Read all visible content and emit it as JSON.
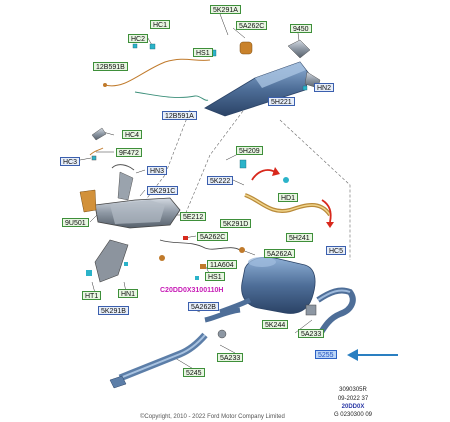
{
  "labels": {
    "5K291A": "5K291A",
    "5A262C": "5A262C",
    "9450": "9450",
    "HC1": "HC1",
    "HC2": "HC2",
    "HS1": "HS1",
    "12B591B": "12B591B",
    "HN2": "HN2",
    "5H221": "5H221",
    "12B591A": "12B591A",
    "HC4": "HC4",
    "9F472": "9F472",
    "HC3": "HC3",
    "HN3": "HN3",
    "5K291C": "5K291C",
    "5H209": "5H209",
    "5K222": "5K222",
    "HD1": "HD1",
    "9U501": "9U501",
    "5E212": "5E212",
    "5K291D": "5K291D",
    "5A262C_2": "5A262C",
    "5H241": "5H241",
    "5A262A": "5A262A",
    "HC5": "HC5",
    "11A604": "11A604",
    "HS1_2": "HS1",
    "HT1": "HT1",
    "HN1": "HN1",
    "5K291B": "5K291B",
    "5A262B": "5A262B",
    "5K244": "5K244",
    "5A233": "5A233",
    "5A233_2": "5A233",
    "5245": "5245",
    "5255": "5255"
  },
  "diagram_code": "C20DD0X3100110H",
  "meta": {
    "ref": "3090305R",
    "date": "09-2022 37",
    "model": "20DD0X",
    "code": "G 0230300 09"
  },
  "copyright": "©Copyright, 2010 - 2022 Ford Motor Company Limited",
  "colors": {
    "part_fill": "#4e6e98",
    "label_green": "#3e8f3a",
    "label_blue": "#3b5fae",
    "highlight_arrow": "#2a7fc1",
    "red_arrow": "#d8281c",
    "code_magenta": "#c71bb6"
  }
}
